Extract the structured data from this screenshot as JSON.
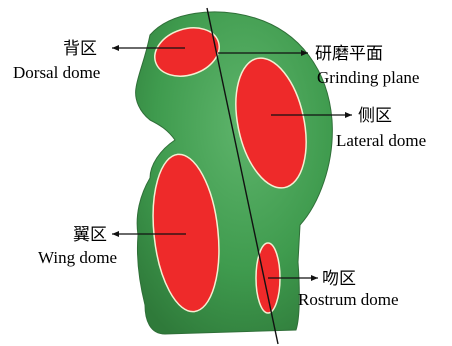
{
  "title": "",
  "colors": {
    "head_fill": "#3f9b4e",
    "head_shadow": "#2f7a3a",
    "region_fill": "#ee2a2a",
    "region_stroke": "#f4efd2",
    "line_color": "#111111"
  },
  "labels": {
    "dorsal": {
      "cn": "背区",
      "en": "Dorsal dome"
    },
    "grinding": {
      "cn": "研磨平面",
      "en": "Grinding plane"
    },
    "lateral": {
      "cn": "侧区",
      "en": "Lateral dome"
    },
    "wing": {
      "cn": "翼区",
      "en": "Wing dome"
    },
    "rostrum": {
      "cn": "吻区",
      "en": "Rostrum dome"
    }
  }
}
